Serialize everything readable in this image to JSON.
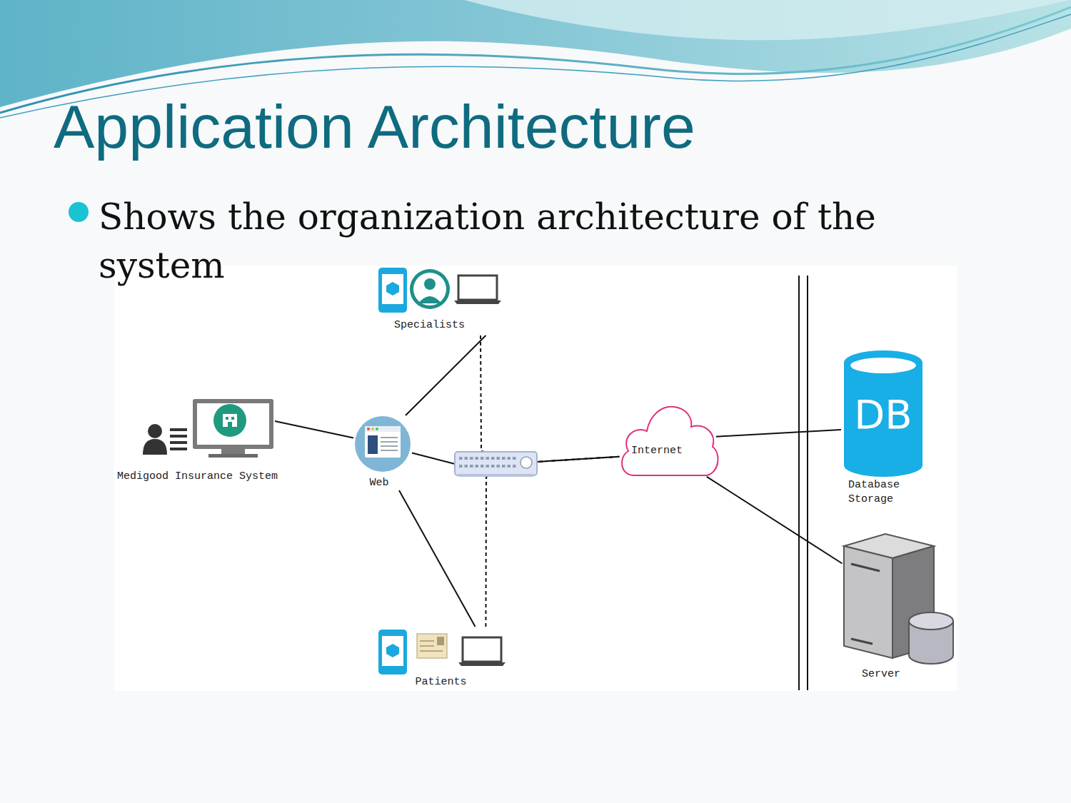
{
  "diagram": {
    "title": "Application Architecture",
    "nodes": [
      {
        "text": [
          "Specialists"
        ]
      },
      {
        "text": [
          "Medigood Insurance System"
        ]
      },
      {
        "text": [
          "Web"
        ]
      },
      {
        "text": [
          "Internet"
        ]
      },
      {
        "text": [
          "DB",
          "Database Storage"
        ]
      },
      {
        "text": [
          "Server"
        ]
      },
      {
        "text": [
          "Patients"
        ]
      }
    ],
    "edges": [
      {
        "from": 1,
        "to": 2,
        "arrow": "none"
      },
      {
        "from": 2,
        "to": 0,
        "arrow": "none"
      },
      {
        "from": 2,
        "to": 6,
        "arrow": "none"
      },
      {
        "from": 2,
        "to": 3,
        "arrow": "none"
      },
      {
        "from": 0,
        "to": 3,
        "arrow": "none"
      },
      {
        "from": 6,
        "to": 3,
        "arrow": "none"
      },
      {
        "from": 3,
        "to": 4,
        "arrow": "none"
      },
      {
        "from": 3,
        "to": 5,
        "arrow": "none"
      }
    ],
    "labels": [
      "Shows the organization architecture of the system"
    ]
  }
}
